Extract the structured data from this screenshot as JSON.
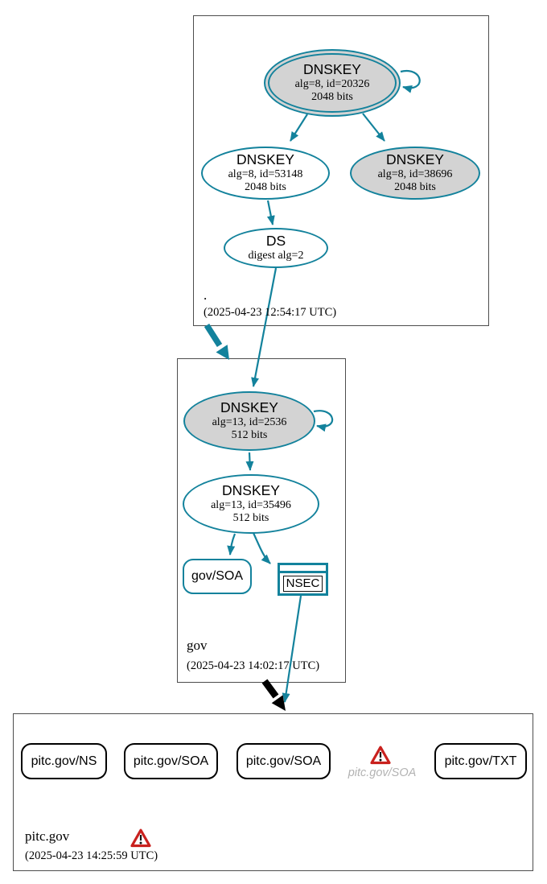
{
  "diagram_type": "dnssec-authentication-chain",
  "colors": {
    "secure": "#13829C",
    "insecure": "#000000",
    "warning": "#C9211E",
    "key_fill": "#D3D3D3",
    "ghost_text": "#B3B3B3"
  },
  "zones": {
    "root": {
      "name": ".",
      "timestamp": "(2025-04-23 12:54:17 UTC)",
      "nodes": {
        "ksk": {
          "title": "DNSKEY",
          "line1": "alg=8, id=20326",
          "line2": "2048 bits"
        },
        "zsk": {
          "title": "DNSKEY",
          "line1": "alg=8, id=53148",
          "line2": "2048 bits"
        },
        "key2": {
          "title": "DNSKEY",
          "line1": "alg=8, id=38696",
          "line2": "2048 bits"
        },
        "ds": {
          "title": "DS",
          "line1": "digest alg=2"
        }
      }
    },
    "gov": {
      "name": "gov",
      "timestamp": "(2025-04-23 14:02:17 UTC)",
      "nodes": {
        "ksk": {
          "title": "DNSKEY",
          "line1": "alg=13, id=2536",
          "line2": "512 bits"
        },
        "zsk": {
          "title": "DNSKEY",
          "line1": "alg=13, id=35496",
          "line2": "512 bits"
        },
        "soa": {
          "label": "gov/SOA"
        },
        "nsec": {
          "label": "NSEC"
        }
      }
    },
    "pitc": {
      "name": "pitc.gov",
      "timestamp": "(2025-04-23 14:25:59 UTC)",
      "rrsets": [
        {
          "label": "pitc.gov/NS"
        },
        {
          "label": "pitc.gov/SOA"
        },
        {
          "label": "pitc.gov/SOA"
        },
        {
          "label": "pitc.gov/SOA",
          "status": "warning"
        },
        {
          "label": "pitc.gov/TXT"
        }
      ]
    }
  }
}
